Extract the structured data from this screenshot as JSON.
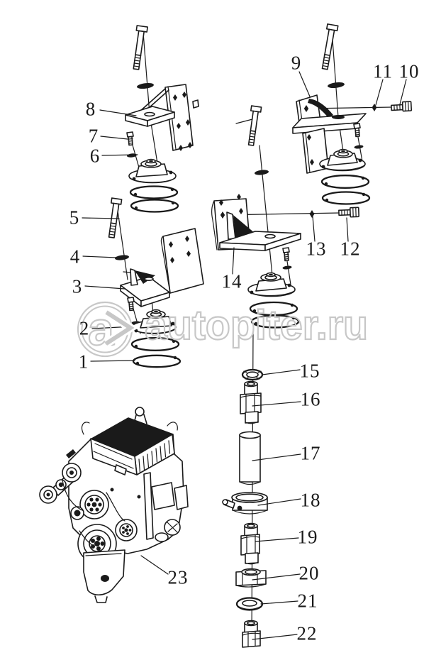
{
  "meta": {
    "kind": "exploded-parts-diagram",
    "subject": "engine mounting / fuel line parts schematic",
    "background": "#ffffff",
    "line_color": "#1a1a1a",
    "watermark_color": "#c7c7c7"
  },
  "watermark": {
    "logo_letter": "a",
    "logo_arrow": ">",
    "text": "autopiter.ru"
  },
  "callouts": [
    {
      "label": "1"
    },
    {
      "label": "2"
    },
    {
      "label": "3"
    },
    {
      "label": "4"
    },
    {
      "label": "5"
    },
    {
      "label": "6"
    },
    {
      "label": "7"
    },
    {
      "label": "8"
    },
    {
      "label": "9"
    },
    {
      "label": "10"
    },
    {
      "label": "11"
    },
    {
      "label": "12"
    },
    {
      "label": "13"
    },
    {
      "label": "14"
    },
    {
      "label": "15"
    },
    {
      "label": "16"
    },
    {
      "label": "17"
    },
    {
      "label": "18"
    },
    {
      "label": "19"
    },
    {
      "label": "20"
    },
    {
      "label": "21"
    },
    {
      "label": "22"
    },
    {
      "label": "23"
    }
  ]
}
